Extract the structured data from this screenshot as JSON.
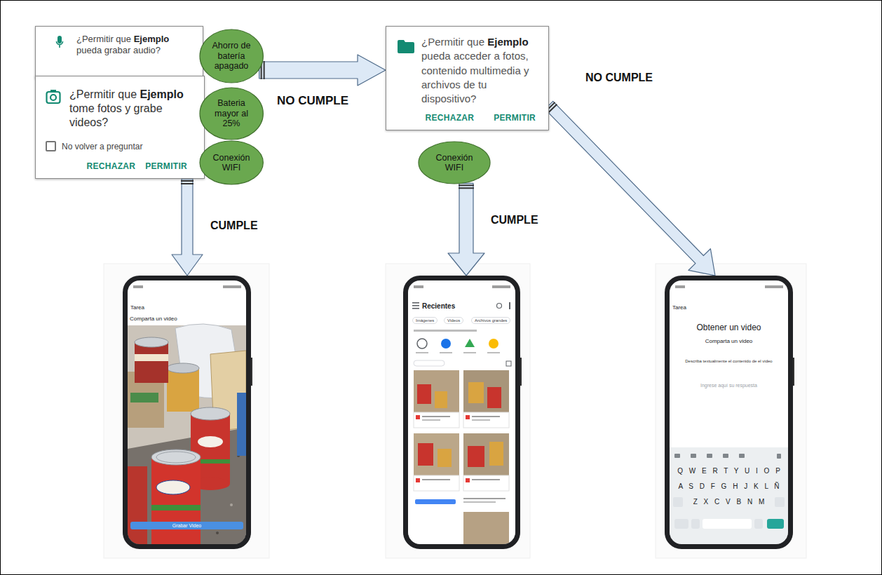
{
  "diagram": {
    "nodes": [
      {
        "text": [
          "¿Permitir que Ejemplo pueda grabar audio?"
        ]
      },
      {
        "text": [
          "¿Permitir que Ejemplo tome fotos y grabe videos?",
          "No volver a preguntar",
          "RECHAZAR",
          "PERMITIR"
        ]
      },
      {
        "text": [
          "Ahorro de batería apagado"
        ]
      },
      {
        "text": [
          "Bateria mayor al 25%"
        ]
      },
      {
        "text": [
          "Conexión WIFI"
        ]
      },
      {
        "text": [
          "¿Permitir que Ejemplo pueda acceder a fotos, contenido multimedia y archivos de tu dispositivo?",
          "RECHAZAR",
          "PERMITIR"
        ]
      },
      {
        "text": [
          "Conexión WIFI"
        ]
      },
      {
        "text": [
          "Tarea",
          "Comparta un video"
        ]
      },
      {
        "text": [
          "Grabar Video"
        ],
        "in": 7
      },
      {
        "text": [
          "Recientes"
        ]
      },
      {
        "text": [
          "Imágenes"
        ],
        "in": 9
      },
      {
        "text": [
          "Videos"
        ],
        "in": 9
      },
      {
        "text": [
          "Archivos grandes"
        ],
        "in": 9
      },
      {
        "text": [
          "Tarea",
          "Obtener un video",
          "Comparta un video",
          "Describa textualmente el contenido de el video",
          "Ingrese aquí su respuesta",
          "Q W E R T Y U I O P",
          "A S D F G H J K L Ñ",
          "Z X C V B N M"
        ]
      }
    ],
    "edges": [
      {
        "from": 2,
        "to": 5,
        "arrow": "to",
        "label": "NO CUMPLE"
      },
      {
        "from": 1,
        "to": 7,
        "arrow": "to",
        "label": "CUMPLE"
      },
      {
        "from": 6,
        "to": 9,
        "arrow": "to",
        "label": "CUMPLE"
      },
      {
        "from": 5,
        "to": 13,
        "arrow": "to",
        "label": "NO CUMPLE"
      }
    ]
  }
}
